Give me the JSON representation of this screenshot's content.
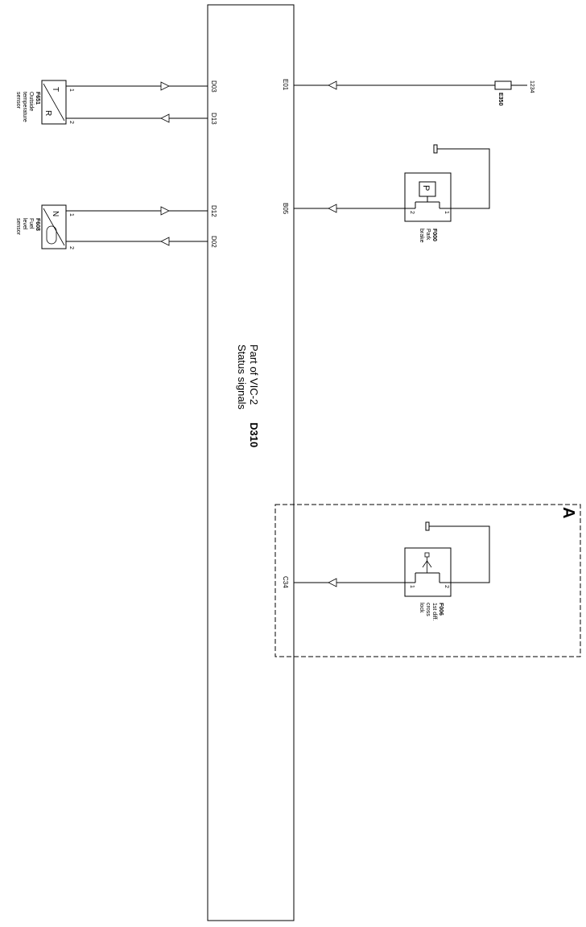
{
  "module": {
    "title_prefix": "Part of VIC-2",
    "id": "D310",
    "subtitle": "Status signals"
  },
  "pins": {
    "d03": "D03",
    "d13": "D13",
    "d12": "D12",
    "d02": "D02",
    "e01": "E01",
    "b05": "B05",
    "c34": "C34"
  },
  "components": {
    "f651": {
      "id": "F651",
      "line1": "Outside",
      "line2": "temperature",
      "line3": "sensor",
      "glyph_t": "T",
      "glyph_r": "R",
      "pin1": "1",
      "pin2": "2"
    },
    "f608": {
      "id": "F608",
      "line1": "Fuel",
      "line2": "level",
      "line3": "sensor",
      "glyph_n": "N",
      "pin1": "1",
      "pin2": "2"
    },
    "f000": {
      "id": "F000",
      "line1": "Park",
      "line2": "brake",
      "glyph_p": "P",
      "pin1": "1",
      "pin2": "2"
    },
    "f006": {
      "id": "F006",
      "line1": "1st diff.",
      "line2": "cross",
      "line3": "lock",
      "pin1": "1",
      "pin2": "2"
    },
    "e350": {
      "id": "E350",
      "wire": "1234"
    }
  },
  "section_a": {
    "label": "A"
  }
}
